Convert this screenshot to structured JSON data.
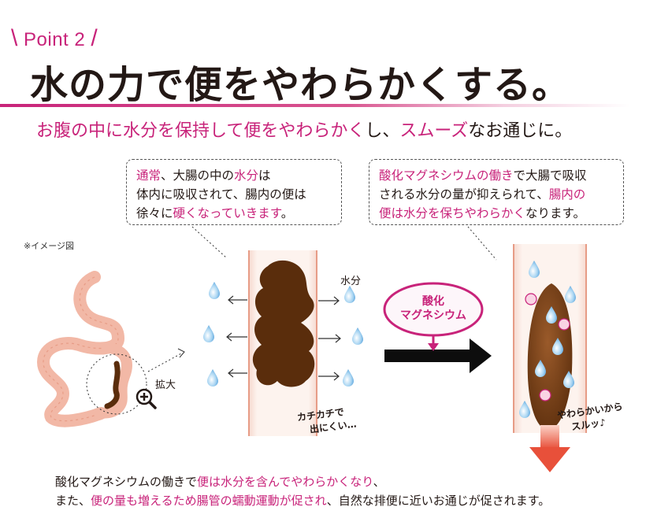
{
  "point": {
    "slash_left": "\\",
    "label": "Point 2",
    "slash_right": "/"
  },
  "title": "水の力で便をやわらかくする。",
  "subtitle": {
    "p1": "お腹の中に水分を保持して便をやわらかく",
    "p2": "し、",
    "p3": "スムーズ",
    "p4": "なお通じに。"
  },
  "bubble_left": {
    "l1a": "通常",
    "l1b": "、大腸の中の",
    "l1c": "水分",
    "l1d": "は",
    "l2": "体内に吸収されて、腸内の便は",
    "l3a": "徐々に",
    "l3b": "硬くなっていきます",
    "l3c": "。"
  },
  "bubble_right": {
    "l1a": "酸化マグネシウムの働き",
    "l1b": "で大腸で吸収",
    "l2a": "される水分の量が抑えられて、",
    "l2b": "腸内の",
    "l3a": "便は水分を保ちやわらかく",
    "l3b": "なります。"
  },
  "image_note": "※イメージ図",
  "zoom_label": "拡大",
  "water_label": "水分",
  "badge": {
    "line1": "酸化",
    "line2": "マグネシウム"
  },
  "hard_caption": {
    "line1": "カチカチで",
    "line2": "出にくい…"
  },
  "soft_caption": {
    "line1": "やわらかいから",
    "line2": "スルッ♪"
  },
  "bottom": {
    "l1a": "酸化マグネシウムの働きで",
    "l1b": "便は水分を含んでやわらかくなり",
    "l1c": "、",
    "l2a": "また、",
    "l2b": "便の量も増えるため腸管の蠕動運動が促され",
    "l2c": "、自然な排便に近いお通じが促されます。"
  },
  "colors": {
    "accent": "#c8237a",
    "intestine": "#f2b8a6",
    "stool": "#5a2d0c",
    "water": "#5aa8e0",
    "arrow": "#e8684a"
  }
}
